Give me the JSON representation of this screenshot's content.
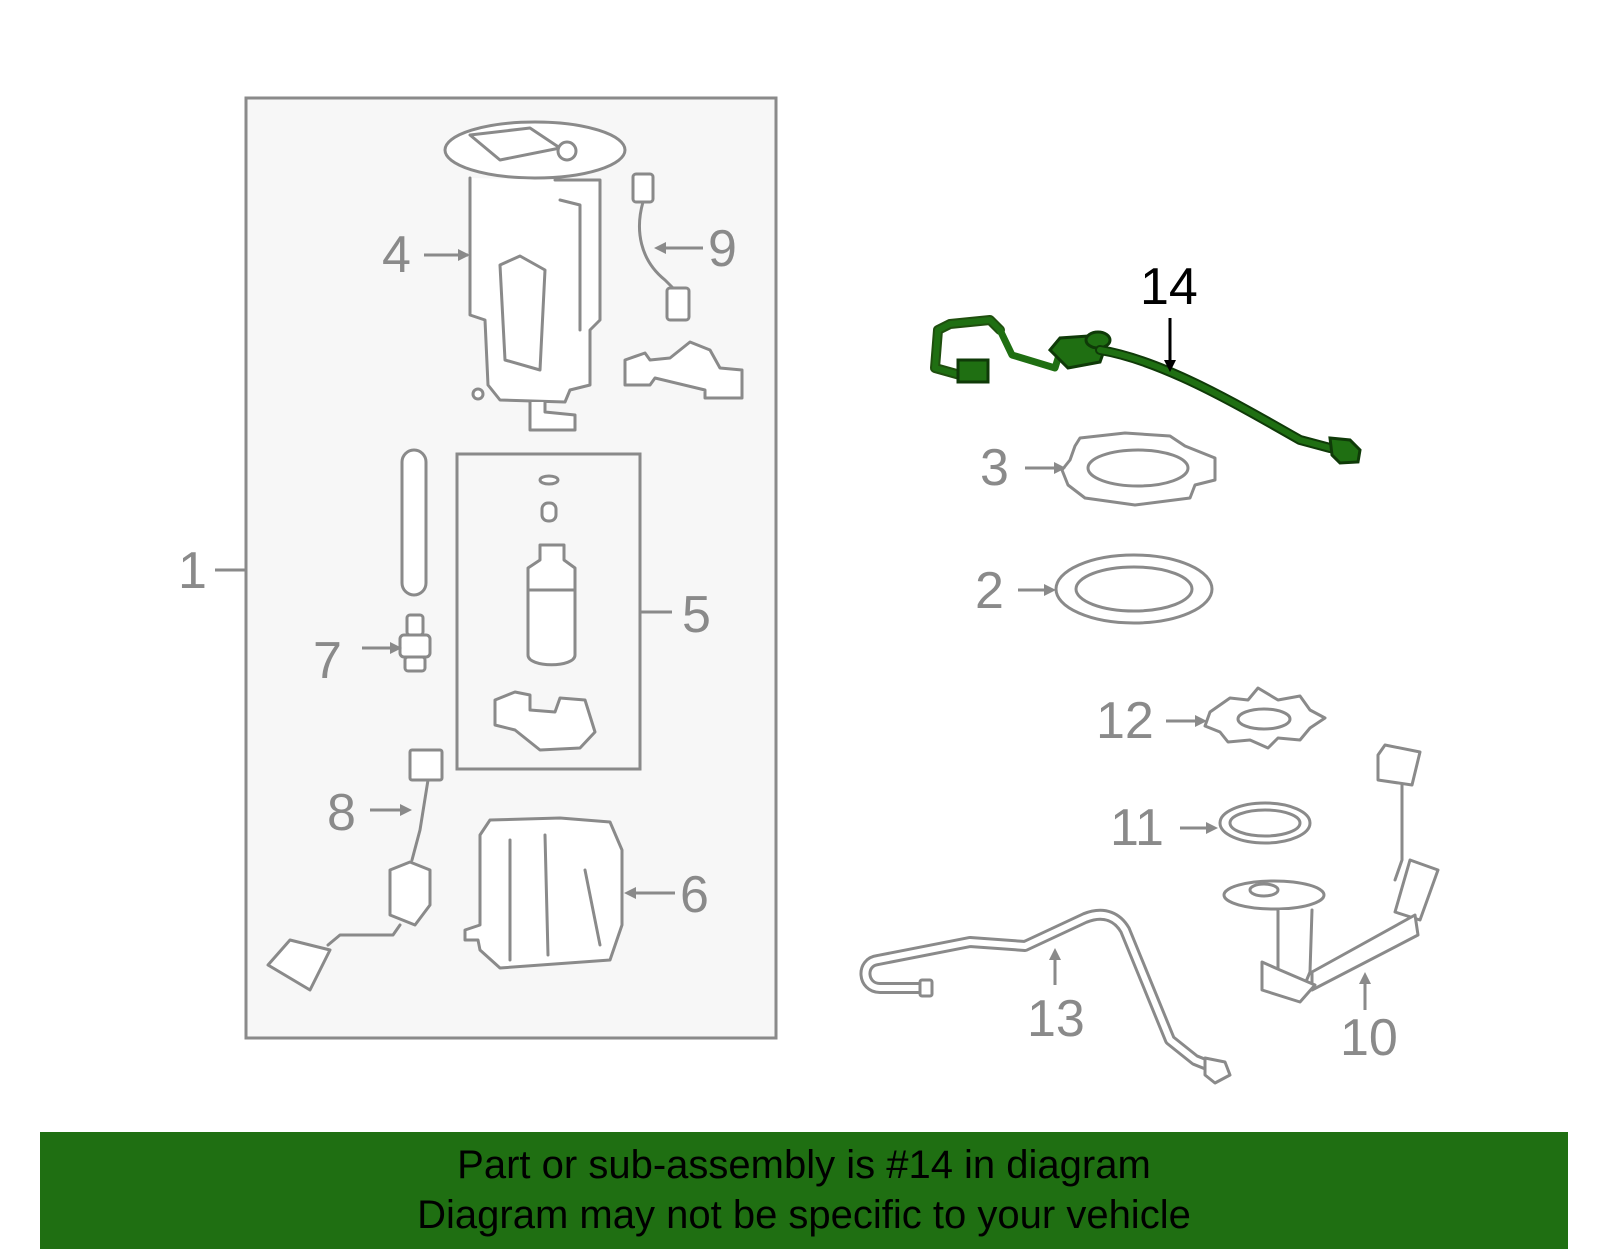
{
  "colors": {
    "highlight_part": "#1f6f12",
    "banner_background": "#1f6f12",
    "line_art": "#8a8a8a",
    "assembly_box_fill": "#f7f7f7"
  },
  "callouts": {
    "c1": "1",
    "c2": "2",
    "c3": "3",
    "c4": "4",
    "c5": "5",
    "c6": "6",
    "c7": "7",
    "c8": "8",
    "c9": "9",
    "c10": "10",
    "c11": "11",
    "c12": "12",
    "c13": "13",
    "c14": "14"
  },
  "highlighted_part": "14",
  "banner": {
    "line1": "Part or sub-assembly is #14 in diagram",
    "line2": "Diagram may not be specific to your vehicle"
  }
}
